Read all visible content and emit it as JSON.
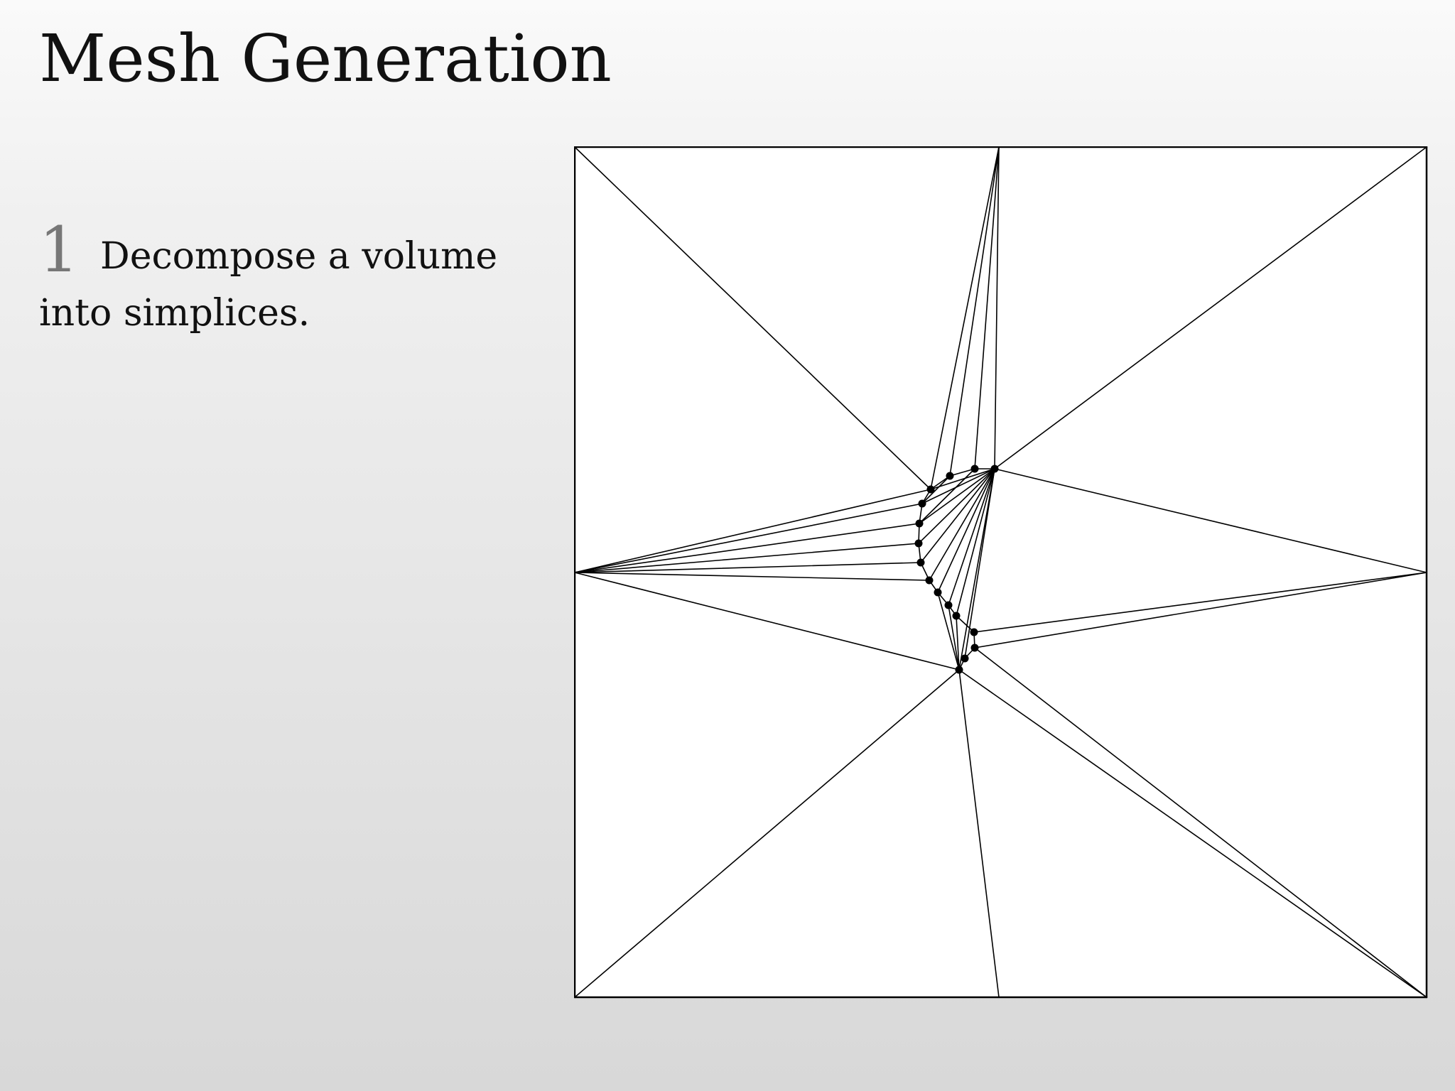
{
  "slide": {
    "title": "Mesh Generation",
    "step": {
      "number": "1",
      "text": "Decompose a volume into simplices."
    }
  },
  "figure": {
    "background_color": "#ffffff",
    "stroke_color": "#000000"
  }
}
